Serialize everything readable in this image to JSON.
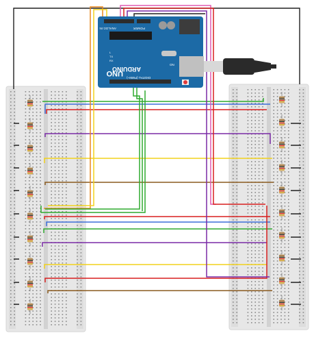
{
  "arduino": {
    "brand": "ARDUINO",
    "model": "UNO",
    "header_power": "POWER",
    "header_analog": "ANALOG IN",
    "header_digital": "DIGITAL (PWM~)",
    "on_label": "ON",
    "tx_label": "TX",
    "rx_label": "RX",
    "l_label": "L",
    "board_color": "#1c6aa6",
    "usb_color": "#c0c0c0"
  },
  "breadboards": {
    "left_resistor_count": 10,
    "right_resistor_count": 10,
    "board_color": "#e6e6e6"
  },
  "wire_colors": {
    "black": "#202020",
    "green": "#2faa2f",
    "blue": "#3d6fd8",
    "red": "#d81f1f",
    "purple": "#7a2aa6",
    "yellow": "#f2d21b",
    "brown": "#8a5a1e",
    "orange": "#e8891e",
    "pink": "#e05ab0"
  },
  "usb_cable": {
    "plug_color": "#2a2a2a"
  }
}
